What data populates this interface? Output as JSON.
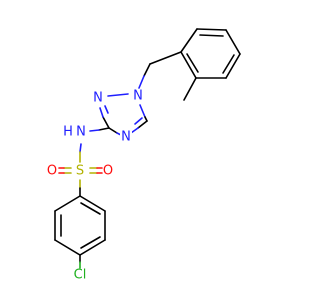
{
  "atoms": {
    "n1": {
      "symbol": "N",
      "color": "#1f1fff"
    },
    "n2": {
      "symbol": "N",
      "color": "#1f1fff"
    },
    "n4": {
      "symbol": "N",
      "color": "#1f1fff"
    },
    "nh": {
      "symbol": "H",
      "color": "#1f1fff"
    },
    "nh_n": {
      "symbol": "N",
      "color": "#1f1fff"
    },
    "s": {
      "symbol": "S",
      "color": "#b2b200"
    },
    "o1": {
      "symbol": "O",
      "color": "#ff0d0d"
    },
    "o2": {
      "symbol": "O",
      "color": "#ff0d0d"
    },
    "cl": {
      "symbol": "Cl",
      "color": "#1fb01f"
    }
  }
}
